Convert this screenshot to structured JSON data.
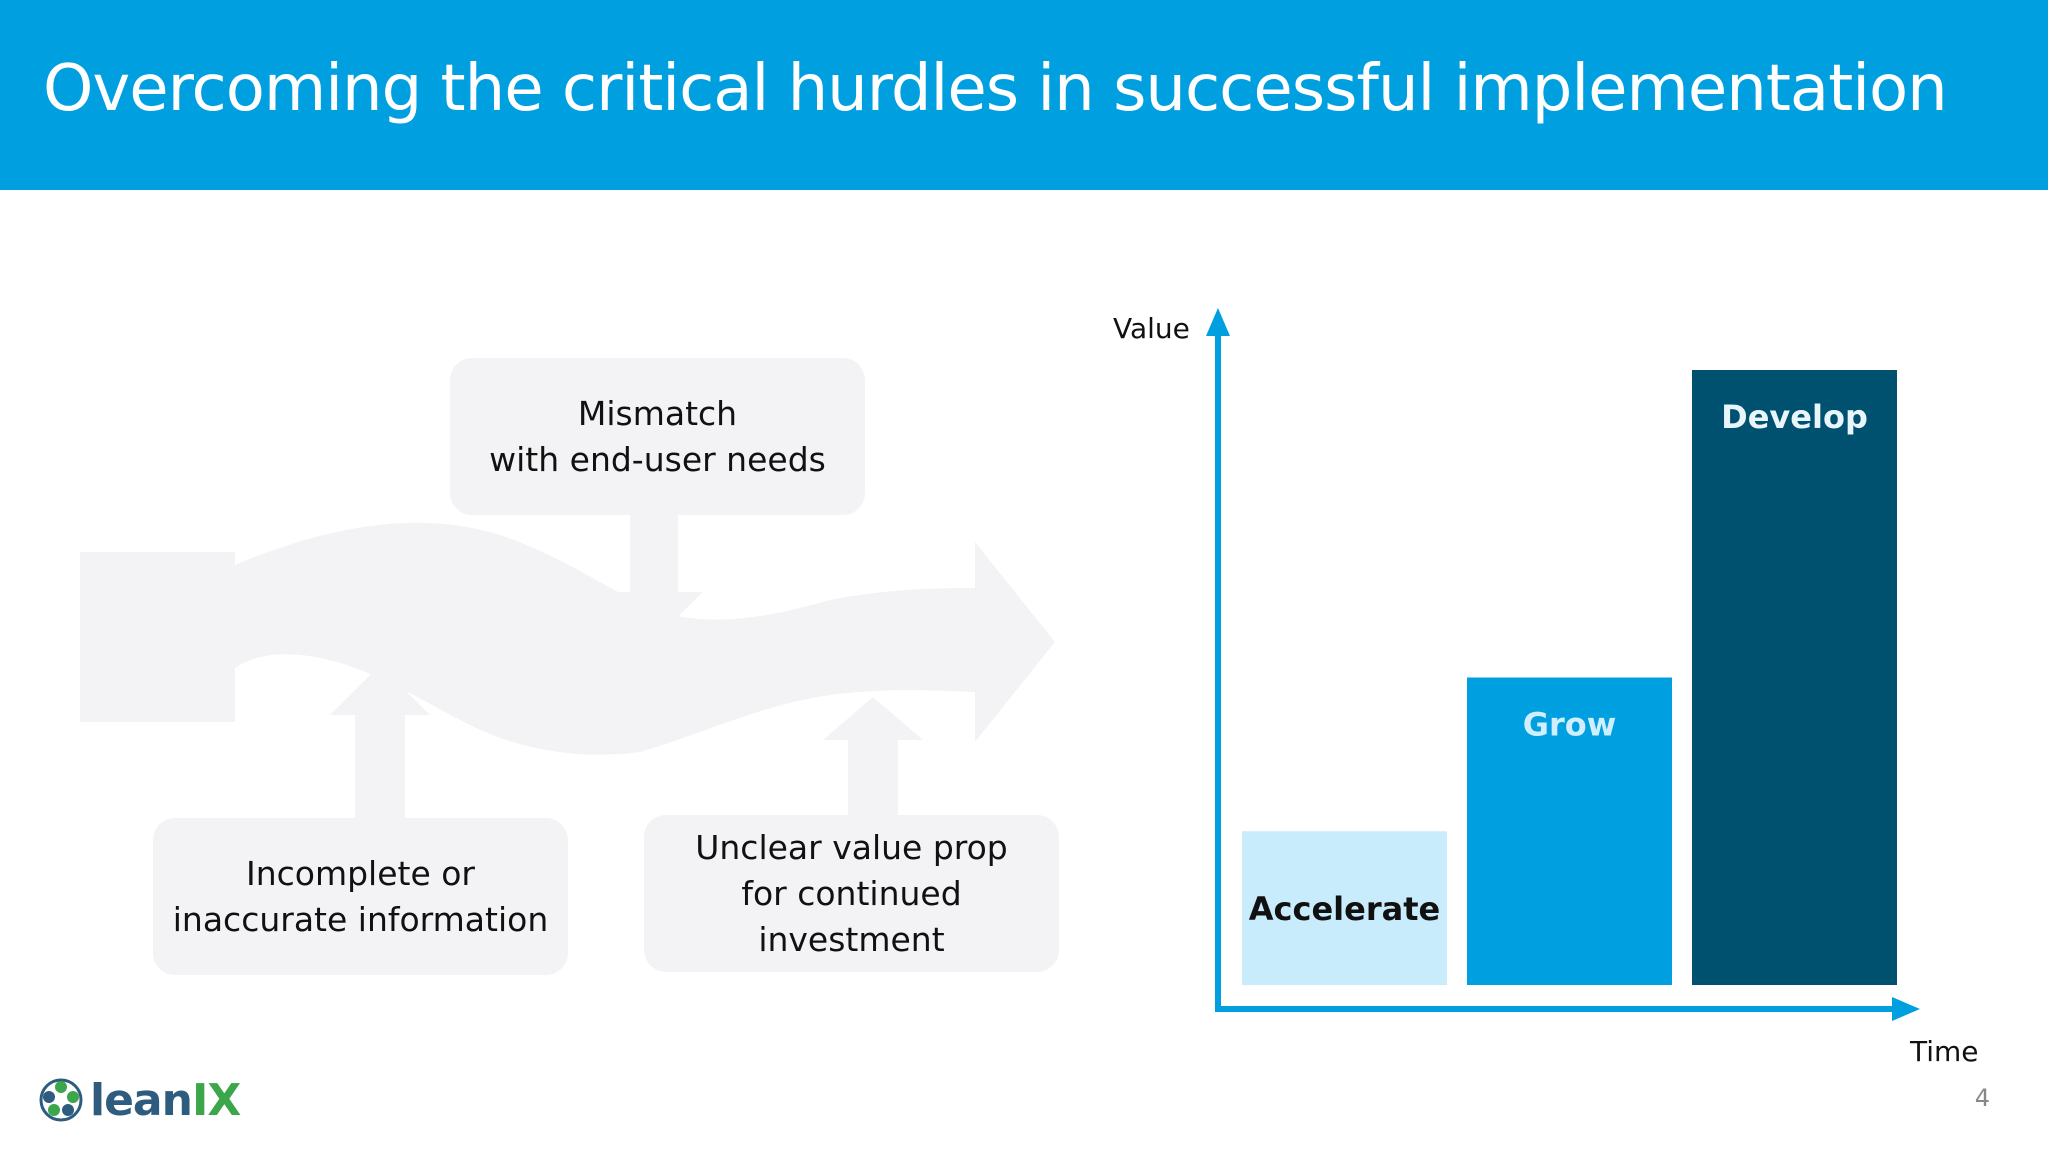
{
  "slide": {
    "title": "Overcoming the critical hurdles in successful implementation",
    "page_number": "4"
  },
  "hurdles": [
    {
      "text": "Mismatch\nwith end-user needs"
    },
    {
      "text": "Incomplete or\ninaccurate information"
    },
    {
      "text": "Unclear value prop\nfor continued\ninvestment"
    }
  ],
  "chart_data": {
    "type": "bar",
    "xlabel": "Time",
    "ylabel": "Value",
    "categories": [
      "Accelerate",
      "Grow",
      "Develop"
    ],
    "values": [
      1,
      2,
      4
    ],
    "colors": [
      "#c8ecfb",
      "#009fe0",
      "#005070"
    ],
    "label_colors": [
      "#111111",
      "#cfefff",
      "#e8f6fc"
    ]
  },
  "colors": {
    "header": "#009fe0",
    "axis": "#009fe0",
    "shape": "#f3f3f5"
  },
  "logo": {
    "text": "lean",
    "text_accent": "IX",
    "icon": "leanix-logo-icon"
  }
}
